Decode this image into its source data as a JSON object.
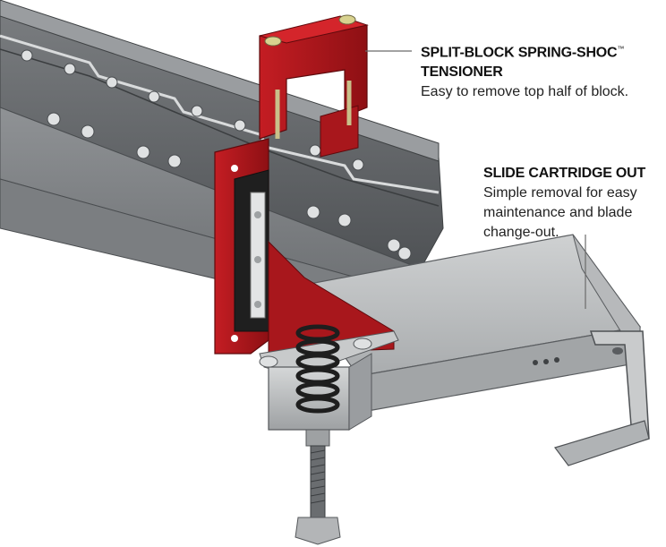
{
  "callouts": {
    "tensioner": {
      "title_line1": "SPLIT-BLOCK SPRING-SHOC",
      "trademark": "™",
      "title_line2": "TENSIONER",
      "description": "Easy to remove top half of block."
    },
    "cartridge": {
      "title": "SLIDE CARTRIDGE OUT",
      "description_lines": [
        "Simple removal for easy",
        "maintenance and blade",
        "change-out."
      ]
    }
  },
  "colors": {
    "tensioner_red": "#b5151b",
    "steel_dark": "#5c5f62",
    "steel_mid": "#8e9193",
    "steel_light": "#c9cbcc",
    "spring": "#2a2a2a",
    "leader_line": "#6a6a6a"
  },
  "parts": {
    "blade_bolts": "hex-bolt-icon",
    "spring": "coil-spring-icon",
    "handle": "cartridge-handle-icon"
  }
}
